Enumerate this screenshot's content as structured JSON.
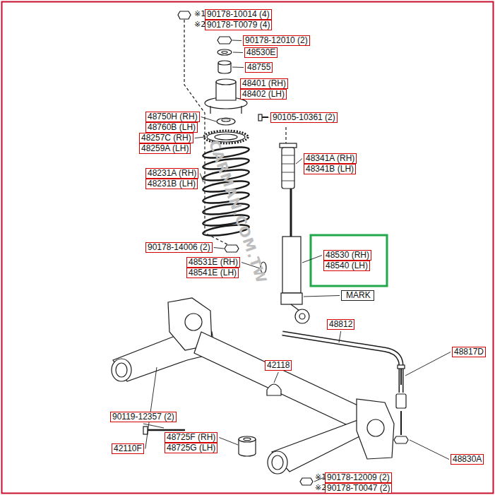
{
  "diagram": {
    "nodes": [
      {
        "text": [
          "90178-10014 (4)"
        ]
      },
      {
        "text": [
          "90178-T0079 (4)"
        ]
      },
      {
        "text": [
          "90178-12010 (2)"
        ]
      },
      {
        "text": [
          "48530E"
        ]
      },
      {
        "text": [
          "48755"
        ]
      },
      {
        "text": [
          "48401 (RH)"
        ]
      },
      {
        "text": [
          "48402 (LH)"
        ]
      },
      {
        "text": [
          "90105-10361 (2)"
        ]
      },
      {
        "text": [
          "48750H (RH)"
        ]
      },
      {
        "text": [
          "48760B (LH)"
        ]
      },
      {
        "text": [
          "48257C (RH)"
        ]
      },
      {
        "text": [
          "48259A (LH)"
        ]
      },
      {
        "text": [
          "48341A (RH)"
        ]
      },
      {
        "text": [
          "48341B (LH)"
        ]
      },
      {
        "text": [
          "48231A (RH)"
        ]
      },
      {
        "text": [
          "48231B (LH)"
        ]
      },
      {
        "text": [
          "90178-14006 (2)"
        ]
      },
      {
        "text": [
          "48530 (RH)"
        ]
      },
      {
        "text": [
          "48540 (LH)"
        ]
      },
      {
        "text": [
          "48531E (RH)"
        ]
      },
      {
        "text": [
          "48541E (LH)"
        ]
      },
      {
        "text": [
          "MARK"
        ]
      },
      {
        "text": [
          "48812"
        ]
      },
      {
        "text": [
          "42118"
        ]
      },
      {
        "text": [
          "48817D"
        ]
      },
      {
        "text": [
          "90119-12357 (2)"
        ]
      },
      {
        "text": [
          "48725F (RH)"
        ]
      },
      {
        "text": [
          "48725G (LH)"
        ]
      },
      {
        "text": [
          "42110F"
        ]
      },
      {
        "text": [
          "48830A"
        ]
      },
      {
        "text": [
          "90178-12009 (2)"
        ]
      },
      {
        "text": [
          "90178-T0047 (2)"
        ]
      }
    ],
    "labels": [
      "※1",
      "※2",
      "CARMAN.COM.TW",
      "※1",
      "※2"
    ]
  }
}
